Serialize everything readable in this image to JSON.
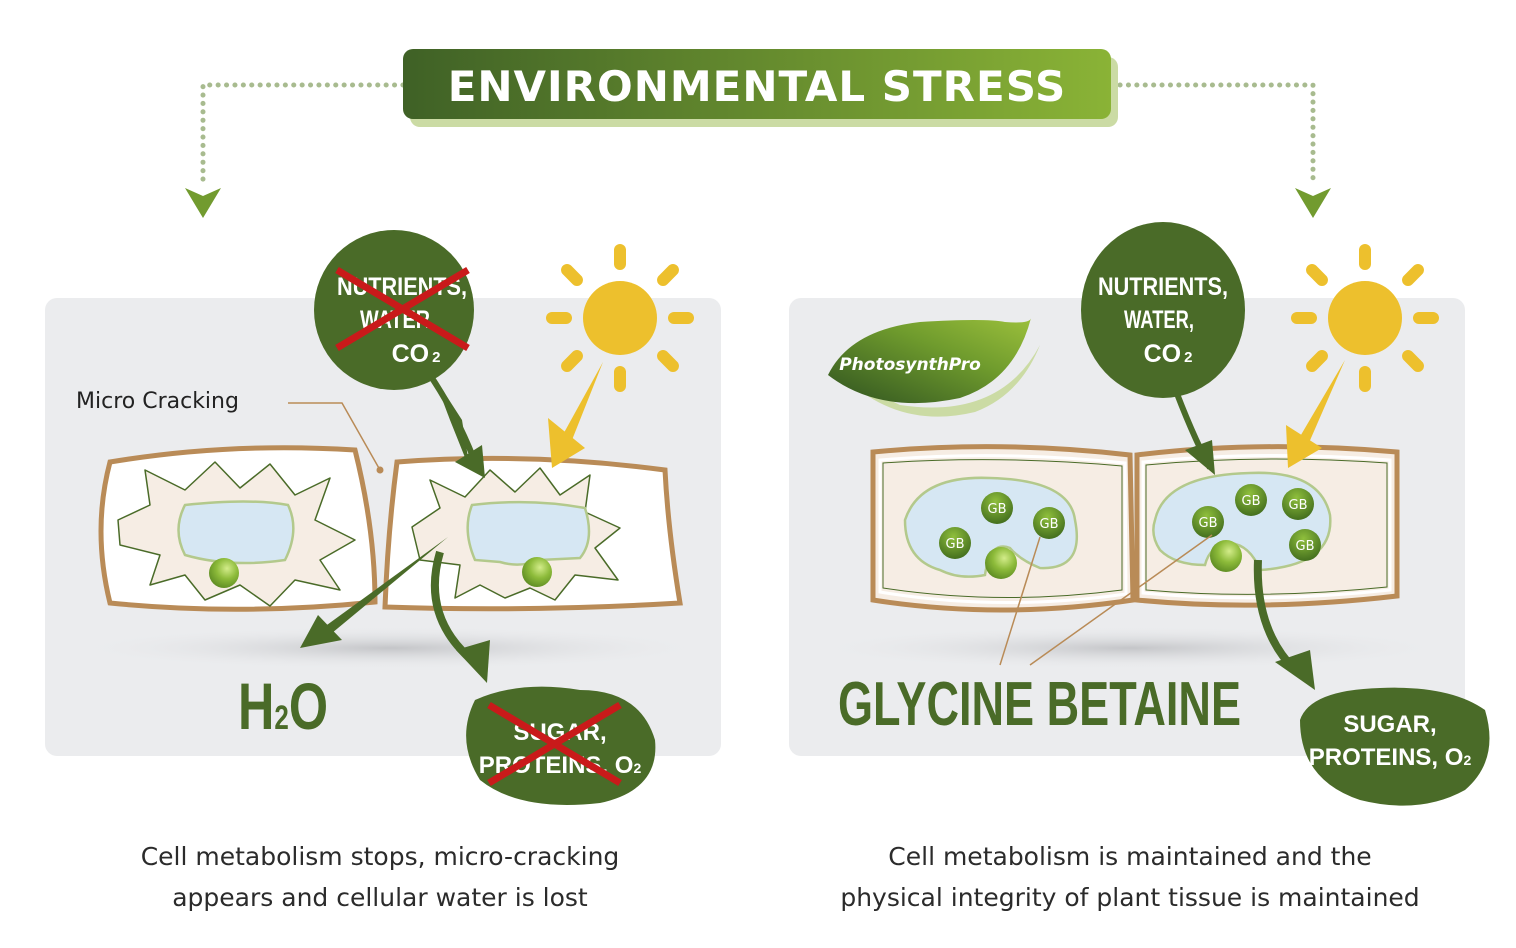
{
  "header": {
    "title": "ENVIRONMENTAL STRESS",
    "gradient_start": "#3f6126",
    "gradient_end": "#8ab336",
    "shadow_color": "#cbdba4"
  },
  "colors": {
    "dark_green": "#4a6b28",
    "panel_bg": "#ebecee",
    "sun_yellow": "#edc02d",
    "cell_wall": "#b98b57",
    "cytoplasm": "#f6ede4",
    "vacuole": "#d6e7f3",
    "vacuole_edge": "#b3c98c",
    "cross_red": "#c91a1a",
    "dotted_line": "#a8bb8f",
    "arrowhead_green": "#729b2f"
  },
  "left_panel": {
    "input_bubble": {
      "lines": [
        "NUTRIENTS,",
        "WATER",
        "CO"
      ],
      "subscript": "2",
      "crossed_out": true
    },
    "label_micro_cracking": "Micro Cracking",
    "water_loss_label": {
      "main": "H",
      "sub": "2",
      "tail": "O"
    },
    "output_bubble": {
      "line1": "SUGAR,",
      "line2": "PROTEINS, O",
      "subscript": "2",
      "crossed_out": true
    },
    "caption": [
      "Cell metabolism stops, micro-cracking",
      "appears and cellular water is lost"
    ]
  },
  "right_panel": {
    "brand_logo": "PhotosynthPro",
    "input_bubble": {
      "lines": [
        "NUTRIENTS,",
        "WATER,",
        "CO"
      ],
      "subscript": "2",
      "crossed_out": false
    },
    "molecule_label": "GB",
    "molecule_count_left_cell": 3,
    "molecule_count_right_cell": 4,
    "compound_label": "GLYCINE BETAINE",
    "output_bubble": {
      "line1": "SUGAR,",
      "line2": "PROTEINS, O",
      "subscript": "2",
      "crossed_out": false
    },
    "caption": [
      "Cell metabolism is maintained and the",
      "physical integrity of plant tissue is maintained"
    ]
  }
}
